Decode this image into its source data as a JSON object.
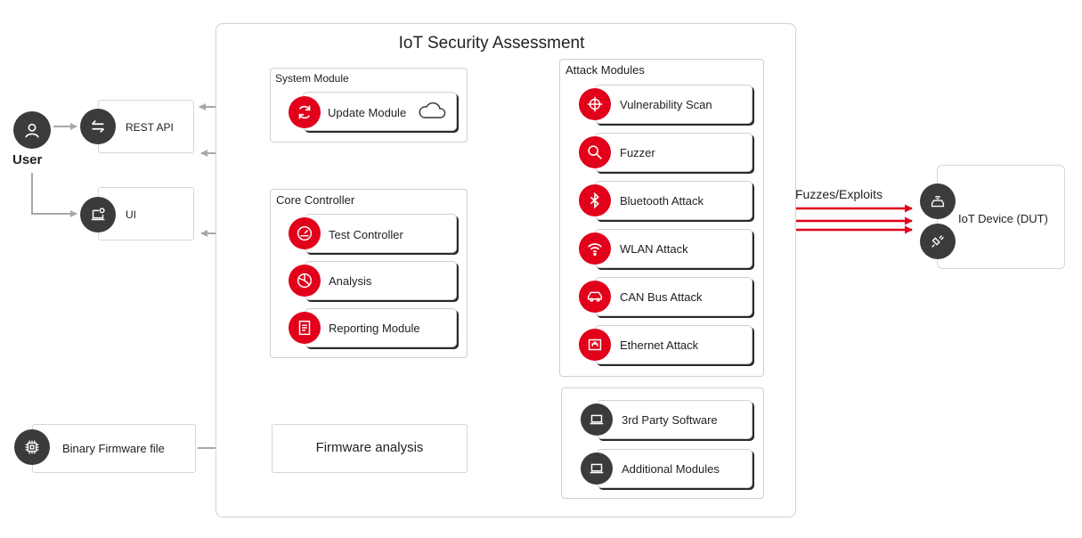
{
  "main_title": "IoT Security Assessment",
  "user": {
    "label": "User",
    "icon": "user-icon"
  },
  "rest_api": {
    "label": "REST API",
    "icon": "swap-arrows-icon"
  },
  "ui": {
    "label": "UI",
    "icon": "laptop-gear-icon"
  },
  "binary_firmware": {
    "label": "Binary Firmware file",
    "icon": "chip-icon"
  },
  "firmware_analysis": {
    "label": "Firmware analysis"
  },
  "system_module": {
    "title": "System Module",
    "items": [
      {
        "label": "Update Module",
        "icon": "refresh-icon",
        "extra_icon": "cloud-icon"
      }
    ]
  },
  "core_controller": {
    "title": "Core Controller",
    "items": [
      {
        "label": "Test Controller",
        "icon": "gauge-icon"
      },
      {
        "label": "Analysis",
        "icon": "pie-chart-icon"
      },
      {
        "label": "Reporting Module",
        "icon": "document-icon"
      }
    ]
  },
  "attack_modules": {
    "title": "Attack Modules",
    "items": [
      {
        "label": "Vulnerability Scan",
        "icon": "crosshair-icon"
      },
      {
        "label": "Fuzzer",
        "icon": "magnifier-icon"
      },
      {
        "label": "Bluetooth Attack",
        "icon": "bluetooth-icon"
      },
      {
        "label": "WLAN Attack",
        "icon": "wifi-icon"
      },
      {
        "label": "CAN Bus Attack",
        "icon": "car-icon"
      },
      {
        "label": "Ethernet Attack",
        "icon": "ethernet-icon"
      }
    ]
  },
  "extra_modules": {
    "items": [
      {
        "label": "3rd Party Software",
        "icon": "laptop-icon"
      },
      {
        "label": "Additional Modules",
        "icon": "laptop-icon"
      }
    ]
  },
  "fuzzes_label": "Fuzzes/Exploits",
  "iot_device": {
    "label": "IoT Device (DUT)",
    "icons": [
      "car-wireless-icon",
      "plug-icon"
    ]
  },
  "colors": {
    "accent": "#e2001a",
    "dark_icon": "#3b3b3b",
    "connector": "#a8a8a8"
  }
}
